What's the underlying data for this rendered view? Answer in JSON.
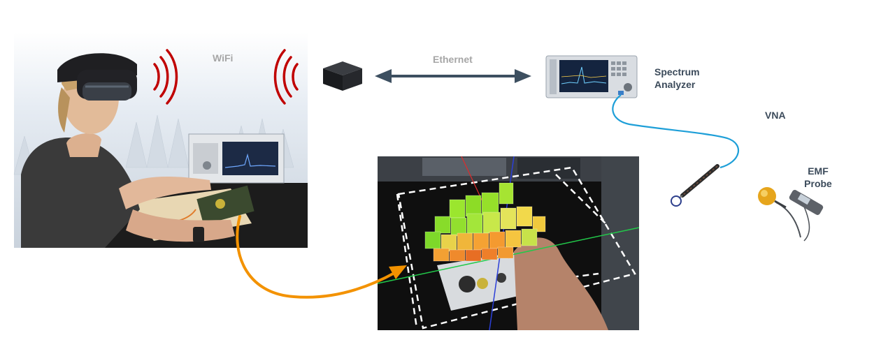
{
  "labels": {
    "wifi": "WiFi",
    "ethernet": "Ethernet",
    "spectrum_analyzer_line1": "Spectrum",
    "spectrum_analyzer_line2": "Analyzer",
    "vna": "VNA",
    "emf_probe_line1": "EMF",
    "emf_probe_line2": "Probe"
  },
  "colors": {
    "wifi_waves": "#c00000",
    "ethernet_arrow": "#3d4f60",
    "cable": "#1e9fd8",
    "ar_arrow": "#f39200",
    "label_text": "#3b4a5a",
    "muted_text": "#a6a6a6"
  },
  "icons": [
    "hololens-user-photo",
    "mini-pc-icon",
    "spectrum-analyzer-icon",
    "vna-loop-probe-icon",
    "emf-probe-icon",
    "ar-heatmap-photo"
  ]
}
